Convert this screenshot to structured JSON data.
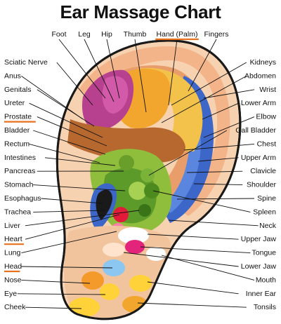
{
  "title": "Ear Massage Chart",
  "top_labels": [
    "Foot",
    "Leg",
    "Hip",
    "Thumb",
    "Hand (Palm)",
    "Fingers"
  ],
  "left_labels": [
    "Sciatic Nerve",
    "Anus",
    "Genitals",
    "Ureter",
    "Prostate",
    "Bladder",
    "Rectum",
    "Intestines",
    "Pancreas",
    "Stomach",
    "Esophagus",
    "Trachea",
    "Liver",
    "Heart",
    "Lung",
    "Head",
    "Nose",
    "Eye",
    "Cheek"
  ],
  "right_labels": [
    "Kidneys",
    "Abdomen",
    "Wrist",
    "Lower Arm",
    "Elbow",
    "Gall Bladder",
    "Chest",
    "Upper Arm",
    "Clavicle",
    "Shoulder",
    "Spine",
    "Spleen",
    "Neck",
    "Upper Jaw",
    "Tongue",
    "Lower Jaw",
    "Mouth",
    "Inner Ear",
    "Tonsils"
  ],
  "highlighted_labels": [
    "Hand (Palm)",
    "Prostate",
    "Heart",
    "Head"
  ],
  "colors": {
    "highlight_underline": "#e8711f",
    "ear_skin": "#f7d2b0",
    "outline": "#1a1a1a"
  }
}
